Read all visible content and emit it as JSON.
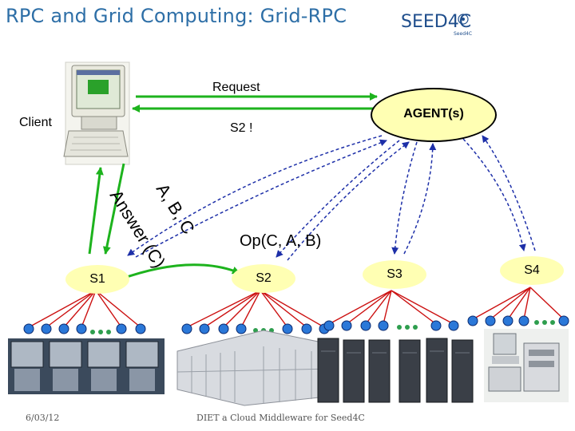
{
  "header": {
    "title": "RPC and Grid Computing: Grid-RPC",
    "logo_text": "SEED4C",
    "logo_sub": "Seed4C"
  },
  "diagram": {
    "request_label": "Request",
    "client_label": "Client",
    "reply_label": "S2 !",
    "agent_label": "AGENT(s)",
    "args_label": "A, B, C",
    "answer_label": "Answer (C)",
    "op_label": "Op(C, A, B)",
    "servers": [
      "S1",
      "S2",
      "S3",
      "S4"
    ]
  },
  "colors": {
    "title": "#2e6fa7",
    "node_fill": "#ffffb3",
    "leaf_fill": "#2b78d8",
    "arrow_green": "#1db31d",
    "arrow_blue": "#1d2fa8",
    "leaf_line": "#cc1111"
  },
  "footer": {
    "date": "6/03/12",
    "caption": "DIET a Cloud Middleware for Seed4C"
  }
}
